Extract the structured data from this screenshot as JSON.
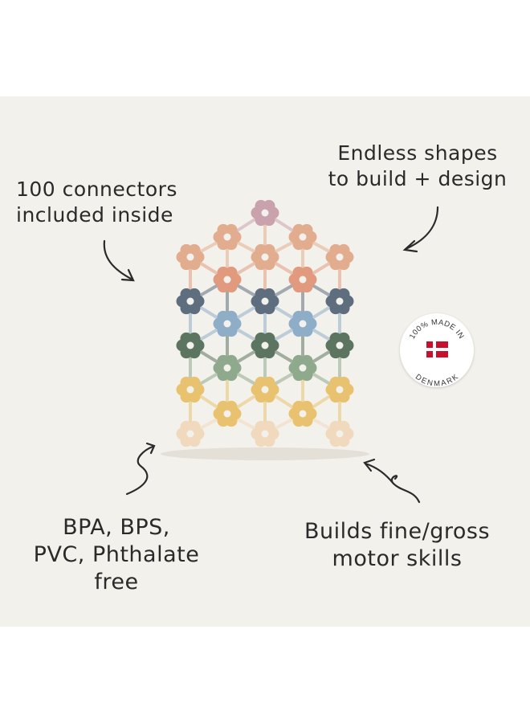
{
  "callouts": {
    "top_left": [
      "100 connectors",
      "included inside"
    ],
    "top_right": [
      "Endless shapes",
      "to build + design"
    ],
    "bottom_left": [
      "BPA, BPS,",
      "PVC, Phthalate",
      "free"
    ],
    "bottom_right": [
      "Builds fine/gross",
      "motor skills"
    ]
  },
  "badge": {
    "top_text": "100% MADE IN",
    "bottom_text": "DENMARK",
    "flag": "danish-flag",
    "flag_red": "#c8102e",
    "flag_white": "#ffffff"
  },
  "colors": {
    "background": "#f3f1ec",
    "text": "#2a2a2a",
    "connector_rows": [
      "#c9a2ae",
      "#e2ad8e",
      "#e19a7e",
      "#5e6e7e",
      "#8eaec8",
      "#5c7560",
      "#8ea98c",
      "#e8c26f",
      "#f0d9bc"
    ]
  },
  "icons": [
    "curved-arrow-icon",
    "danish-flag-icon",
    "connector-hub-icon"
  ]
}
